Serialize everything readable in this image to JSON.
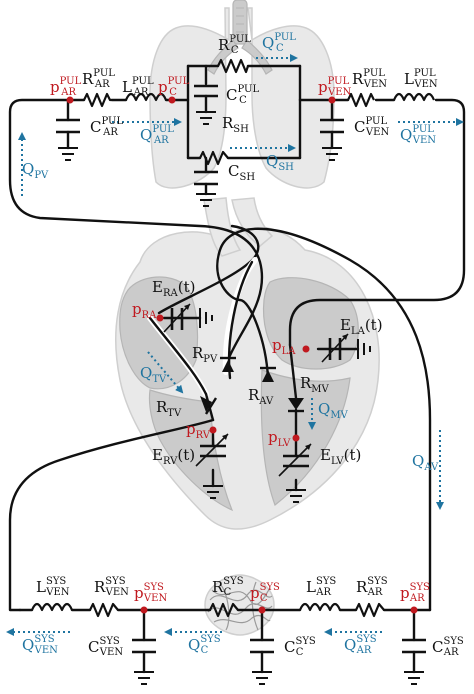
{
  "colors": {
    "wire": "#111111",
    "node": "#c0191f",
    "flow": "#1f74a0",
    "organ_light": "#e9e9e9",
    "organ_dark": "#cbcbcb"
  },
  "pulmonary": {
    "p_ar": {
      "base": "p",
      "sub": "AR",
      "sup": "PUL"
    },
    "r_ar": {
      "base": "R",
      "sub": "AR",
      "sup": "PUL"
    },
    "l_ar": {
      "base": "L",
      "sub": "AR",
      "sup": "PUL"
    },
    "p_c": {
      "base": "p",
      "sub": "C",
      "sup": "PUL"
    },
    "r_c": {
      "base": "R",
      "sub": "C",
      "sup": "PUL"
    },
    "q_c": {
      "base": "Q",
      "sub": "C",
      "sup": "PUL"
    },
    "c_c": {
      "base": "C",
      "sub": "C",
      "sup": "PUL"
    },
    "p_ven": {
      "base": "p",
      "sub": "VEN",
      "sup": "PUL"
    },
    "r_ven": {
      "base": "R",
      "sub": "VEN",
      "sup": "PUL"
    },
    "l_ven": {
      "base": "L",
      "sub": "VEN",
      "sup": "PUL"
    },
    "c_ar": {
      "base": "C",
      "sub": "AR",
      "sup": "PUL"
    },
    "q_ar": {
      "base": "Q",
      "sub": "AR",
      "sup": "PUL"
    },
    "r_sh": {
      "base": "R",
      "sub": "SH"
    },
    "q_sh": {
      "base": "Q",
      "sub": "SH"
    },
    "c_sh": {
      "base": "C",
      "sub": "SH"
    },
    "c_ven": {
      "base": "C",
      "sub": "VEN",
      "sup": "PUL"
    },
    "q_ven": {
      "base": "Q",
      "sub": "VEN",
      "sup": "PUL"
    }
  },
  "heart": {
    "q_pv": {
      "base": "Q",
      "sub": "PV"
    },
    "e_ra": {
      "base": "E",
      "sub": "RA",
      "arg": "(t)"
    },
    "p_ra": {
      "base": "p",
      "sub": "RA"
    },
    "q_tv": {
      "base": "Q",
      "sub": "TV"
    },
    "r_pv": {
      "base": "R",
      "sub": "PV"
    },
    "r_av": {
      "base": "R",
      "sub": "AV"
    },
    "r_tv": {
      "base": "R",
      "sub": "TV"
    },
    "p_rv": {
      "base": "p",
      "sub": "RV"
    },
    "e_rv": {
      "base": "E",
      "sub": "RV",
      "arg": "(t)"
    },
    "e_la": {
      "base": "E",
      "sub": "LA",
      "arg": "(t)"
    },
    "p_la": {
      "base": "p",
      "sub": "LA"
    },
    "r_mv": {
      "base": "R",
      "sub": "MV"
    },
    "q_mv": {
      "base": "Q",
      "sub": "MV"
    },
    "p_lv": {
      "base": "p",
      "sub": "LV"
    },
    "e_lv": {
      "base": "E",
      "sub": "LV",
      "arg": "(t)"
    },
    "q_av": {
      "base": "Q",
      "sub": "AV"
    }
  },
  "systemic": {
    "l_ven": {
      "base": "L",
      "sub": "VEN",
      "sup": "SYS"
    },
    "r_ven": {
      "base": "R",
      "sub": "VEN",
      "sup": "SYS"
    },
    "p_ven": {
      "base": "p",
      "sub": "VEN",
      "sup": "SYS"
    },
    "r_c": {
      "base": "R",
      "sub": "C",
      "sup": "SYS"
    },
    "p_c": {
      "base": "p",
      "sub": "C",
      "sup": "SYS"
    },
    "l_ar": {
      "base": "L",
      "sub": "AR",
      "sup": "SYS"
    },
    "r_ar": {
      "base": "R",
      "sub": "AR",
      "sup": "SYS"
    },
    "p_ar": {
      "base": "p",
      "sub": "AR",
      "sup": "SYS"
    },
    "q_ven": {
      "base": "Q",
      "sub": "VEN",
      "sup": "SYS"
    },
    "c_ven": {
      "base": "C",
      "sub": "VEN",
      "sup": "SYS"
    },
    "q_c": {
      "base": "Q",
      "sub": "C",
      "sup": "SYS"
    },
    "c_c": {
      "base": "C",
      "sub": "C",
      "sup": "SYS"
    },
    "q_ar": {
      "base": "Q",
      "sub": "AR",
      "sup": "SYS"
    },
    "c_ar": {
      "base": "C",
      "sub": "AR",
      "sup": "SYS"
    }
  }
}
